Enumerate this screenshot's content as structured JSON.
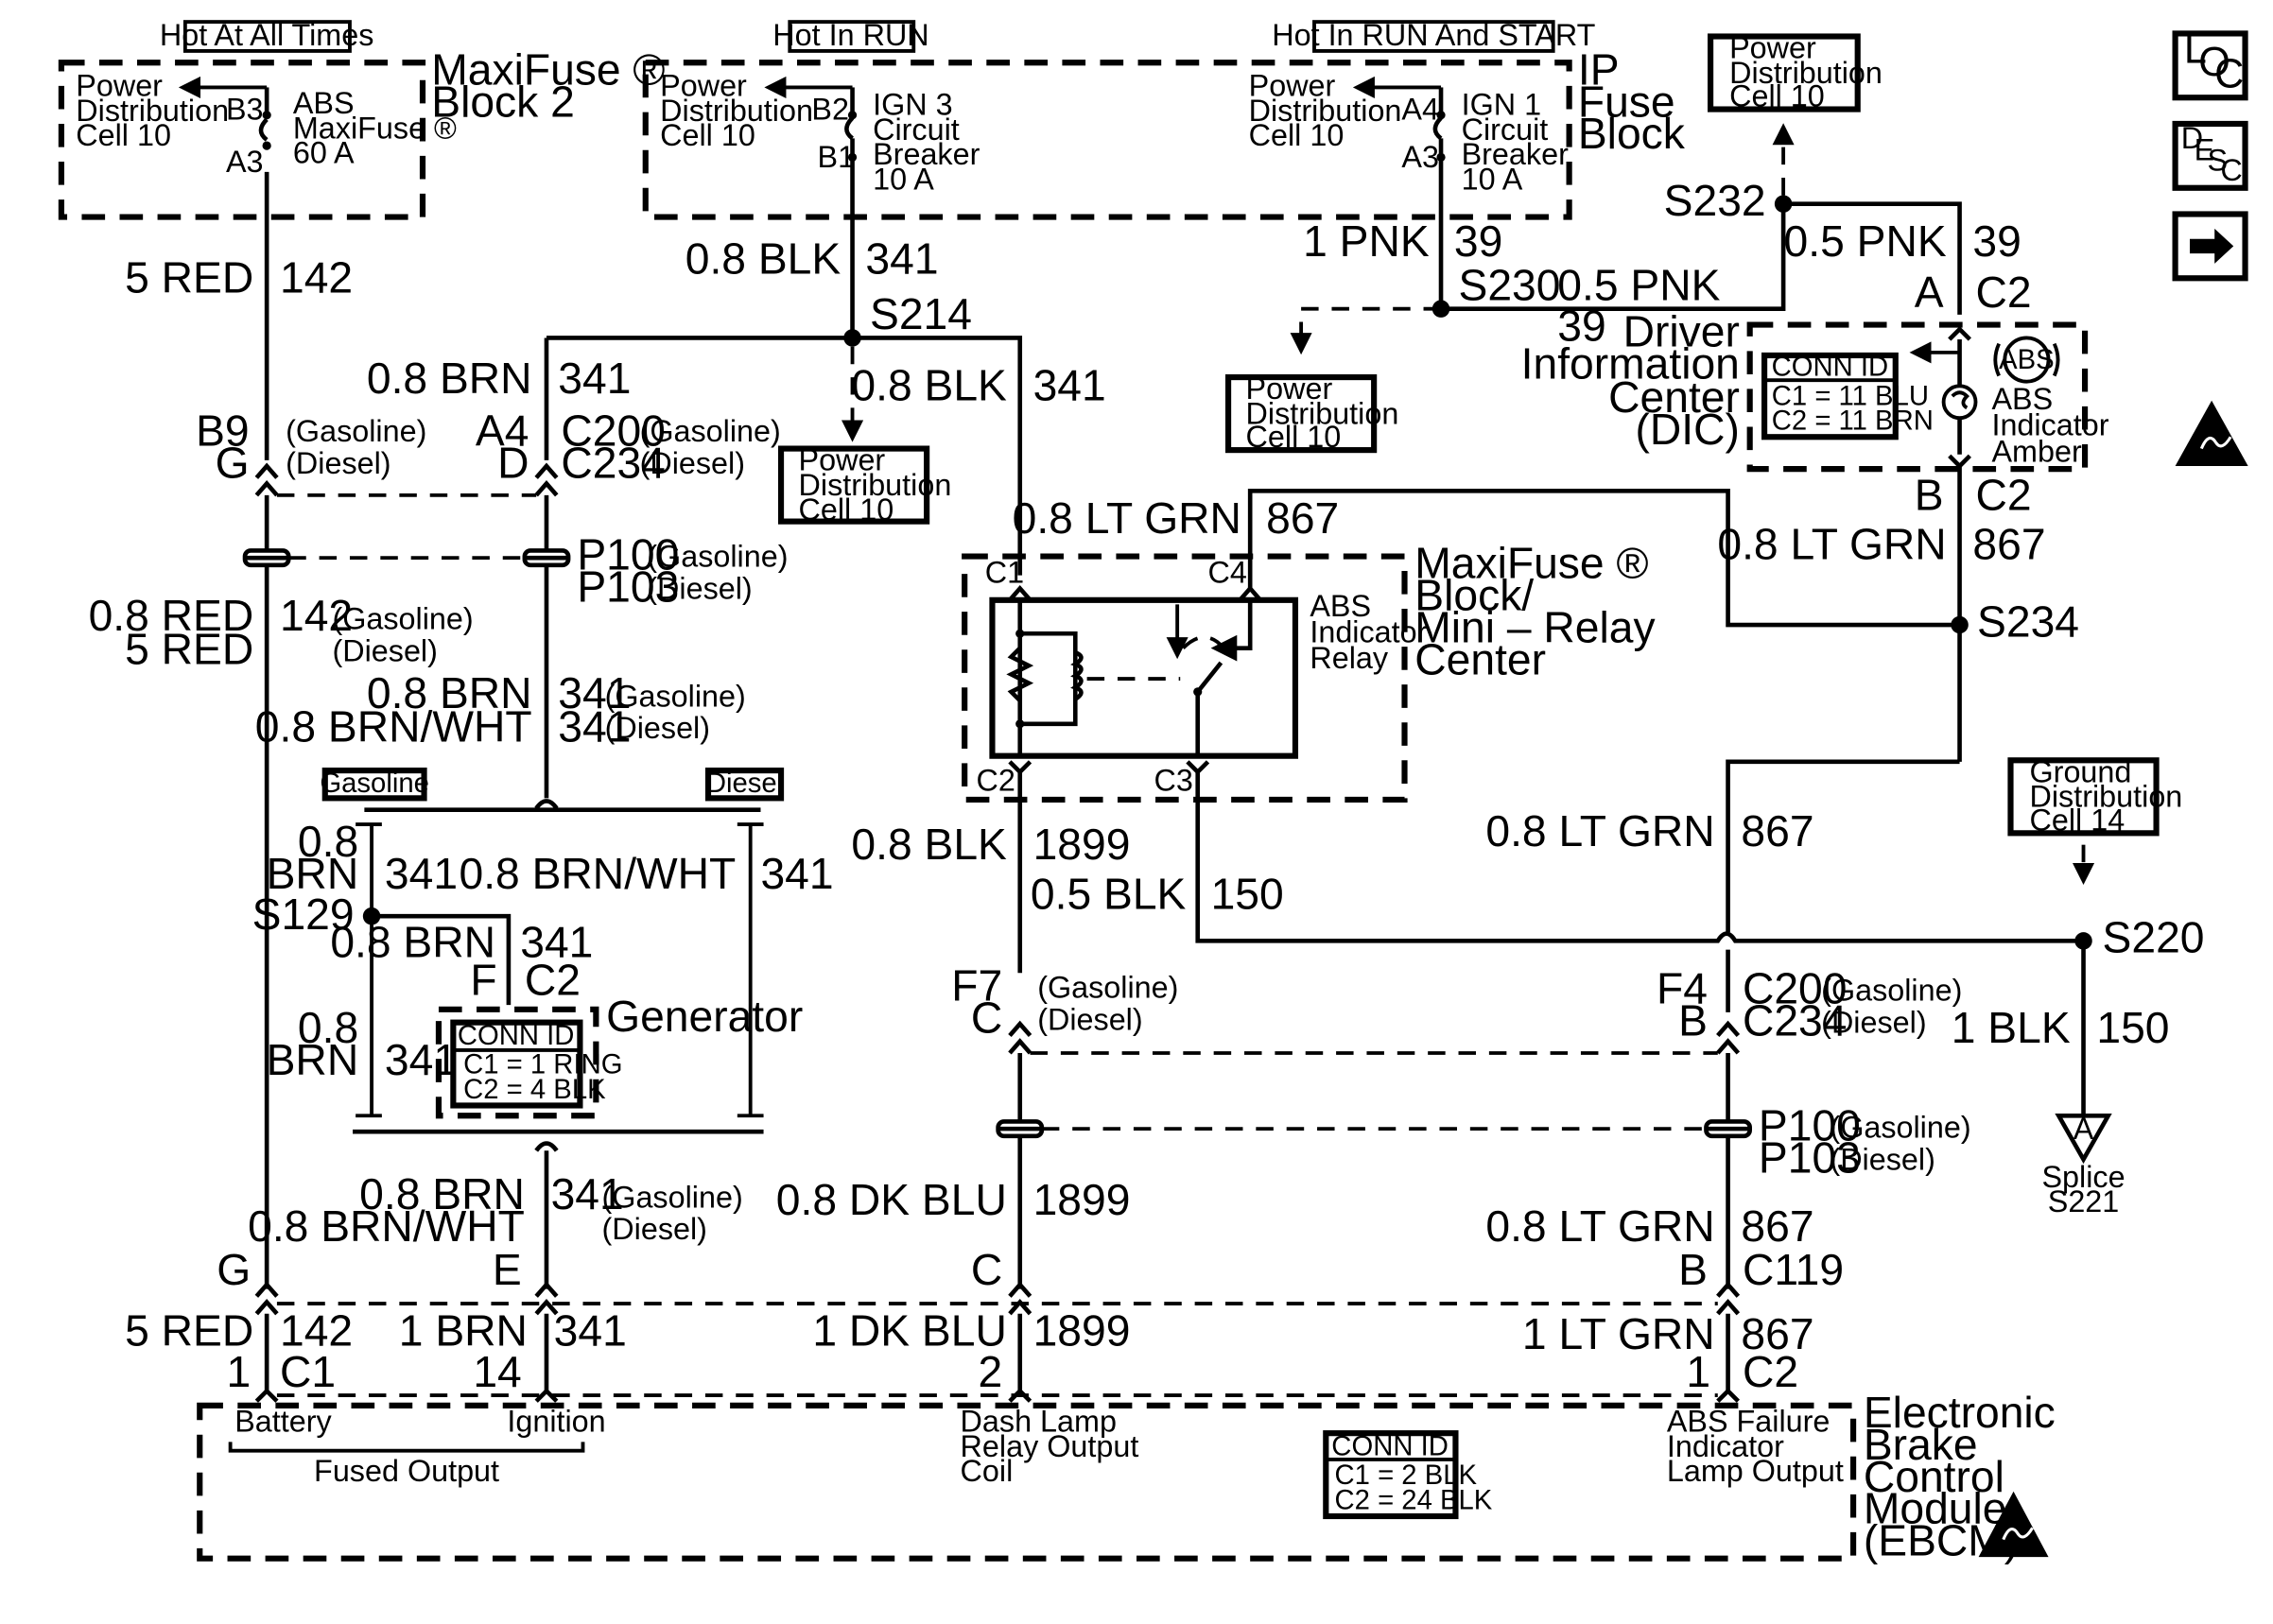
{
  "headers": {
    "hot_at_all_times": "Hot At All Times",
    "hot_in_run": "Hot In RUN",
    "hot_in_run_and_start": "Hot In RUN And START"
  },
  "maxifuse_block2": {
    "title_1": "MaxiFuse ®",
    "title_2": "Block 2",
    "pdc_1": "Power",
    "pdc_2": "Distribution",
    "pdc_3": "Cell 10",
    "pin_b3": "B3",
    "pin_a3": "A3",
    "fuse_1": "ABS",
    "fuse_2": "MaxiFuse ®",
    "fuse_3": "60 A"
  },
  "ip_fuse_block": {
    "title_1": "IP",
    "title_2": "Fuse",
    "title_3": "Block",
    "pdc_1": "Power",
    "pdc_2": "Distribution",
    "pdc_3": "Cell 10",
    "pin_b2": "B2",
    "pin_b1": "B1",
    "ign3_1": "IGN 3",
    "ign3_2": "Circuit",
    "ign3_3": "Breaker",
    "ign3_4": "10 A",
    "pdc2_1": "Power",
    "pdc2_2": "Distribution",
    "pdc2_3": "Cell 10",
    "pin_a4": "A4",
    "pin_a3": "A3",
    "ign1_1": "IGN 1",
    "ign1_2": "Circuit",
    "ign1_3": "Breaker",
    "ign1_4": "10 A"
  },
  "pdc_refs": {
    "top_right_1": "Power",
    "top_right_2": "Distribution",
    "top_right_3": "Cell 10",
    "s214_1": "Power",
    "s214_2": "Distribution",
    "s214_3": "Cell 10",
    "s230_1": "Power",
    "s230_2": "Distribution",
    "s230_3": "Cell 10",
    "gnd_1": "Ground",
    "gnd_2": "Distribution",
    "gnd_3": "Cell 14"
  },
  "side_icons": {
    "loc_l": "L",
    "loc_o": "O",
    "loc_c": "C",
    "desc_d": "D",
    "desc_e": "E",
    "desc_s": "S",
    "desc_c": "C"
  },
  "wires": {
    "w5red": "5 RED",
    "c142": "142",
    "w08blk_a": "0.8 BLK",
    "c341_a": "341",
    "w08brn_a": "0.8 BRN",
    "c341_b": "341",
    "w08blk_b": "0.8 BLK",
    "c341_c": "341",
    "w1pnk": "1 PNK",
    "c39_a": "39",
    "w05pnk_a": "0.5 PNK",
    "c39_b": "39",
    "w05pnk_b": "0.5 PNK",
    "c39_c": "39",
    "w08ltgrn_a": "0.8 LT GRN",
    "c867_a": "867",
    "w08ltgrn_b": "0.8 LT GRN",
    "c867_b": "867",
    "w08red": "0.8 RED",
    "w5red_b": "5 RED",
    "c142_b": "142",
    "w08brn_b": "0.8 BRN",
    "w08brnwht_a": "0.8 BRN/WHT",
    "c341_d": "341",
    "c341_e": "341",
    "w08brn_c1": "0.8",
    "w08brn_c2": "BRN",
    "c341_f": "341",
    "w08brnwht_b": "0.8 BRN/WHT",
    "c341_g": "341",
    "w08brn_d": "0.8 BRN",
    "c341_h": "341",
    "w08brn_e1": "0.8",
    "w08brn_e2": "BRN",
    "c341_i": "341",
    "w08blk_c": "0.8 BLK",
    "c1899_a": "1899",
    "w05blk": "0.5 BLK",
    "c150_a": "150",
    "w08ltgrn_c": "0.8 LT GRN",
    "c867_c": "867",
    "w1blk": "1 BLK",
    "c150_b": "150",
    "w08brn_f": "0.8 BRN",
    "w08brnwht_c": "0.8 BRN/WHT",
    "c341_j": "341",
    "w08dkblu": "0.8 DK BLU",
    "c1899_b": "1899",
    "w08ltgrn_d": "0.8 LT GRN",
    "c867_d": "867",
    "w5red_c": "5 RED",
    "c142_c": "142",
    "w1brn": "1 BRN",
    "c341_k": "341",
    "w1dkblu": "1 DK BLU",
    "c1899_c": "1899",
    "w1ltgrn": "1 LT GRN",
    "c867_e": "867"
  },
  "splices": {
    "s214": "S214",
    "s230": "S230",
    "s232": "S232",
    "s234": "S234",
    "s129": "S129",
    "s220": "S220"
  },
  "connectors": {
    "b9": "B9",
    "g": "G",
    "a4": "A4",
    "d": "D",
    "c200_a": "C200",
    "c234_a": "C234",
    "gasoline": "(Gasoline)",
    "diesel": "(Diesel)",
    "p100_a": "P100",
    "p103_a": "P103",
    "c1": "C1",
    "c4": "C4",
    "c2": "C2",
    "c3": "C3",
    "a": "A",
    "c2_dic_a": "C2",
    "b": "B",
    "c2_dic_b": "C2",
    "f": "F",
    "c2_gen": "C2",
    "f7": "F7",
    "c_a": "C",
    "f4": "F4",
    "b_a": "B",
    "c200_b": "C200",
    "c234_b": "C234",
    "p100_b": "P100",
    "p103_b": "P103",
    "g_b": "G",
    "e": "E",
    "c_b": "C",
    "b_b": "B",
    "c119": "C119",
    "pin1": "1",
    "c1_ebcm": "C1",
    "pin14": "14",
    "pin2": "2",
    "pin1b": "1",
    "c2_ebcm": "C2"
  },
  "relay": {
    "title_1": "MaxiFuse ®",
    "title_2": "Block/",
    "title_3": "Mini – Relay",
    "title_4": "Center",
    "label_1": "ABS",
    "label_2": "Indicator",
    "label_3": "Relay"
  },
  "dic": {
    "title_1": "Driver",
    "title_2": "Information",
    "title_3": "Center",
    "title_4": "(DIC)",
    "conn_id": "CONN ID",
    "c1": "C1 = 11 BLU",
    "c2": "C2 = 11 BRN",
    "abs_sym": "ABS",
    "lamp_1": "ABS",
    "lamp_2": "Indicator",
    "lamp_3": "Amber"
  },
  "variants": {
    "gasoline": "Gasoline",
    "diesel": "Diesel"
  },
  "generator": {
    "title": "Generator",
    "conn_id": "CONN ID",
    "c1": "C1 = 1 RING",
    "c2": "C2 = 4 BLK"
  },
  "splice_a": {
    "letter": "A",
    "label_1": "Splice",
    "label_2": "S221"
  },
  "ebcm": {
    "title_1": "Electronic",
    "title_2": "Brake",
    "title_3": "Control",
    "title_4": "Module",
    "title_5": "(EBCM)",
    "battery": "Battery",
    "ignition": "Ignition",
    "fused_output": "Fused Output",
    "dash_1": "Dash Lamp",
    "dash_2": "Relay Output",
    "dash_3": "Coil",
    "abs_1": "ABS Failure",
    "abs_2": "Indicator",
    "abs_3": "Lamp Output",
    "conn_id": "CONN ID",
    "c1": "C1 = 2 BLK",
    "c2": "C2 = 24 BLK"
  }
}
